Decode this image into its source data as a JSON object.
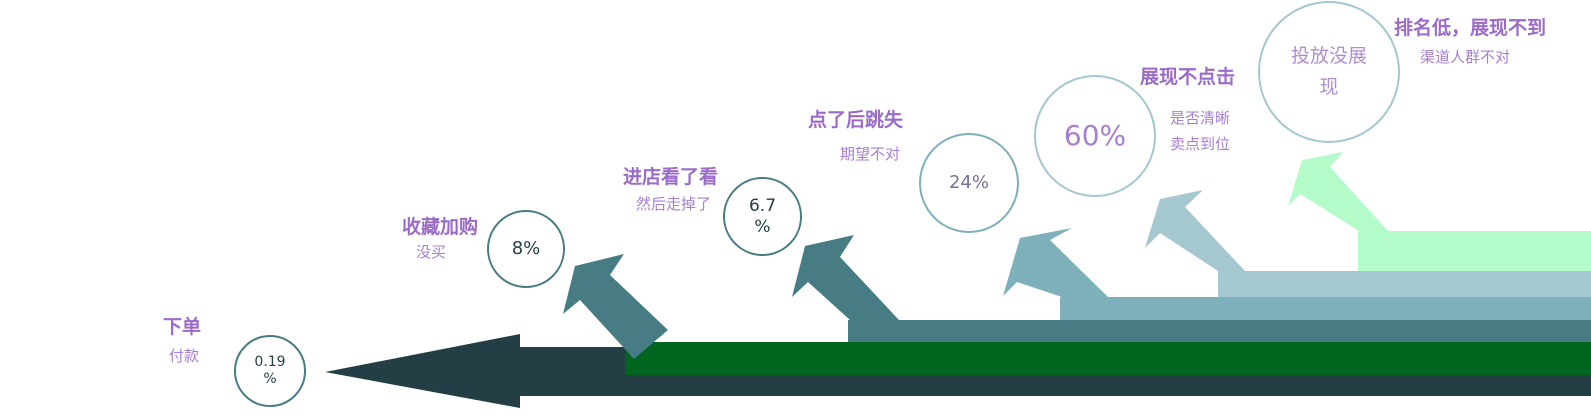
{
  "colors": {
    "dark_slate": "#243e45",
    "dark_green": "#00651f",
    "teal_dark": "#487c85",
    "teal_mid": "#7eb0bb",
    "teal_light": "#a4c7d0",
    "mint": "#b4fbca",
    "label_purple": "#9b6cc7"
  },
  "stages": [
    {
      "title": "下单",
      "desc": "付款",
      "rate": "0.19\n%"
    },
    {
      "title": "收藏加购",
      "desc": "没买",
      "rate": "8%"
    },
    {
      "title": "进店看了看",
      "desc": "然后走掉了",
      "rate": "6.7\n%"
    },
    {
      "title": "点了后跳失",
      "desc": "期望不对",
      "rate": "24%"
    },
    {
      "title": "展现不点击",
      "desc": "是否清晰\n卖点到位",
      "rate": "60%"
    },
    {
      "title": "排名低，展现不到",
      "desc": "渠道人群不对",
      "rate": "投放没展\n现"
    }
  ]
}
